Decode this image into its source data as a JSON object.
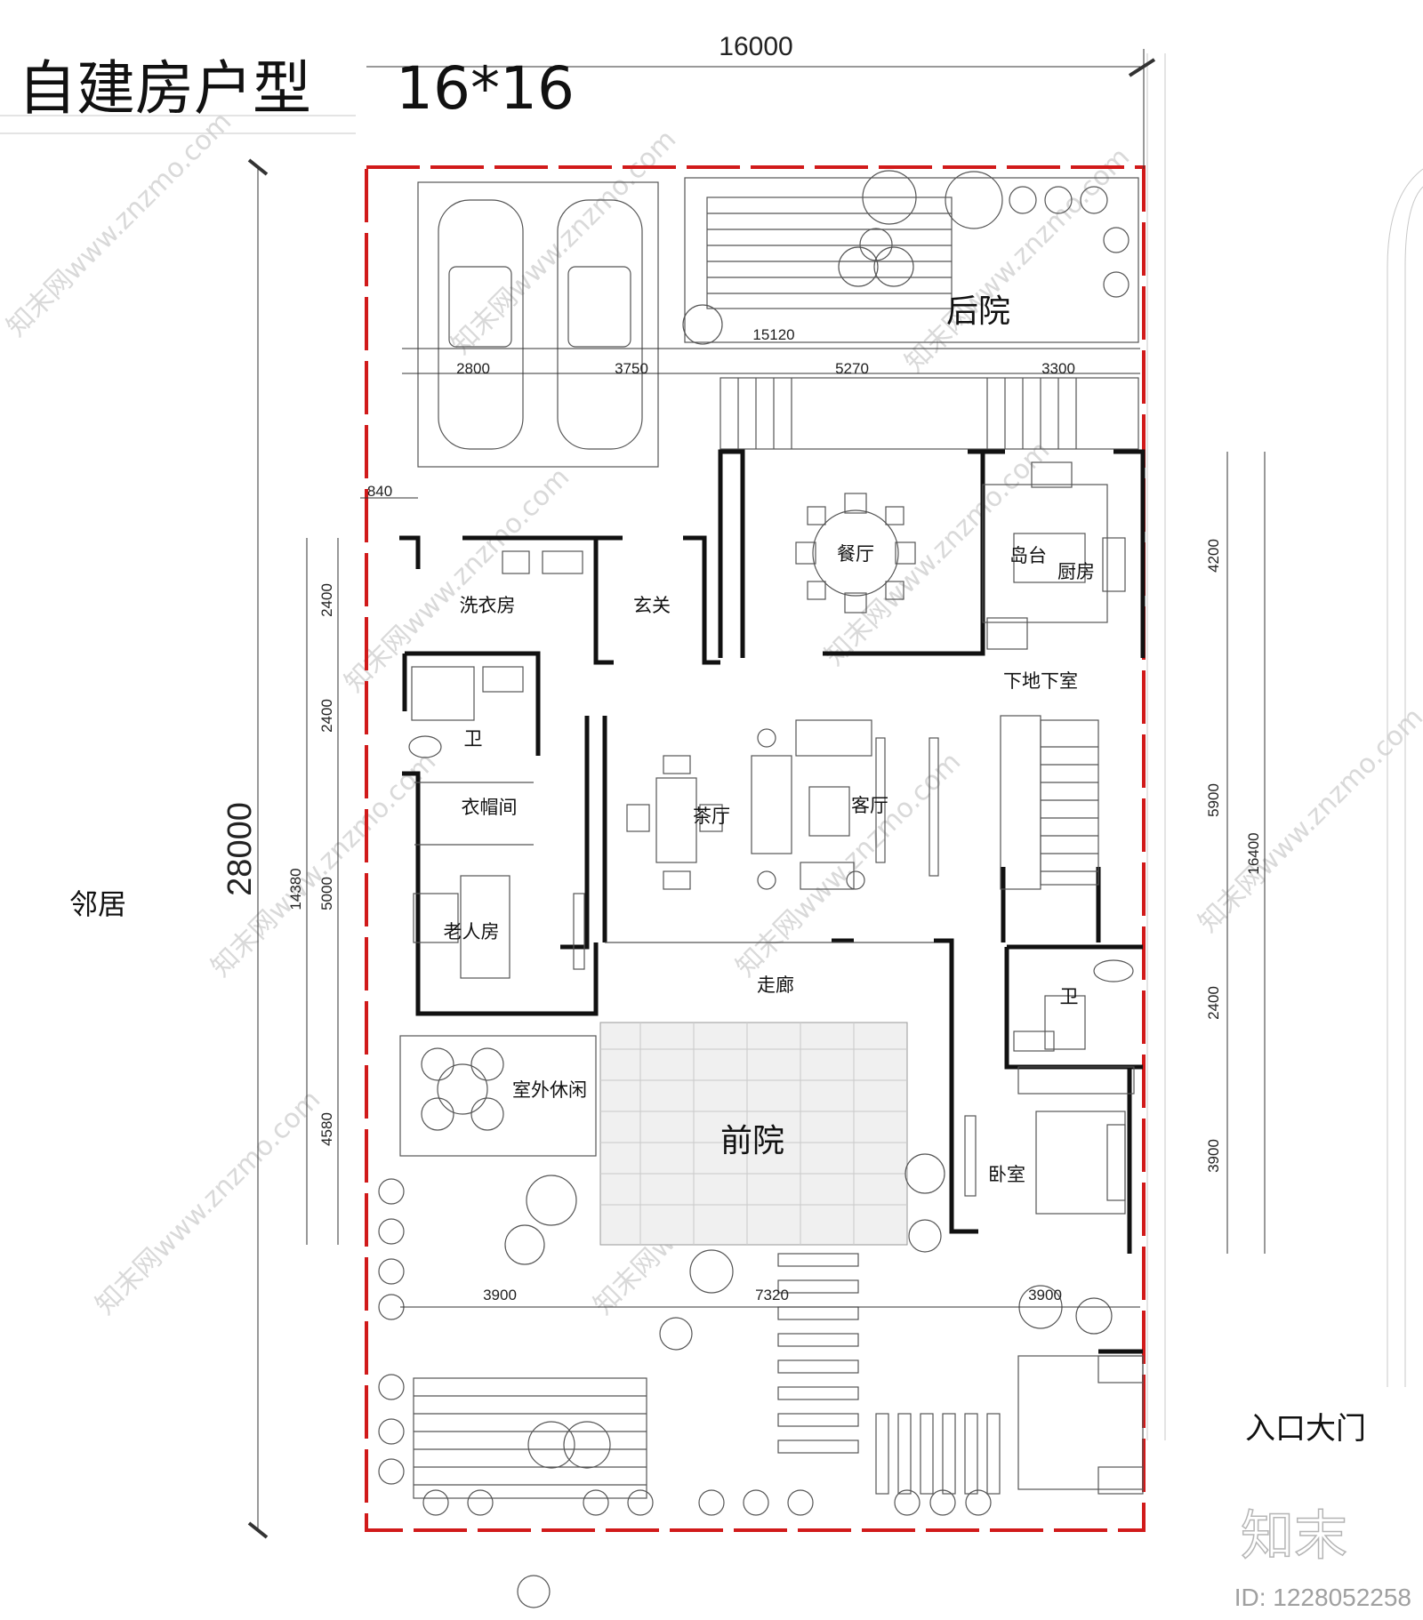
{
  "title": "自建房户型",
  "size_label": "16*16",
  "dimensions": {
    "overall_width": "16000",
    "overall_depth": "28000",
    "back_row": [
      "2800",
      "3750",
      "5270",
      "3300"
    ],
    "back_span": "15120",
    "left_small": "840",
    "left_stack": [
      "2400",
      "2400",
      "5000",
      "4580"
    ],
    "left_total": "14380",
    "right_stack": [
      "4200",
      "5900",
      "2400",
      "3900"
    ],
    "right_total": "16400",
    "front_row": [
      "3900",
      "7320",
      "3900"
    ]
  },
  "rooms": {
    "back_yard": "后院",
    "dining": "餐厅",
    "island": "岛台",
    "kitchen": "厨房",
    "laundry": "洗衣房",
    "entry": "玄关",
    "basement": "下地下室",
    "bath_left": "卫",
    "cloakroom": "衣帽间",
    "tea_room": "茶厅",
    "living": "客厅",
    "elder_room": "老人房",
    "corridor": "走廊",
    "bath_right": "卫",
    "outdoor_leisure": "室外休闲",
    "front_yard": "前院",
    "bedroom": "卧室"
  },
  "labels": {
    "neighbor": "邻居",
    "entrance_gate": "入口大门"
  },
  "watermarks": [
    "知末网www.znzmo.com"
  ],
  "brand": {
    "logo_text": "知末",
    "id_text": "ID: 1228052258"
  },
  "colors": {
    "boundary": "#d11a1a",
    "wall": "#111111"
  }
}
